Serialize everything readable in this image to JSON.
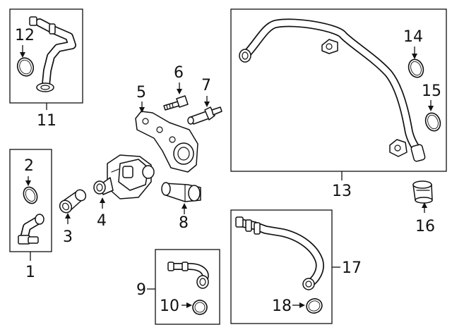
{
  "callouts": {
    "p1": "1",
    "p2": "2",
    "p3": "3",
    "p4": "4",
    "p5": "5",
    "p6": "6",
    "p7": "7",
    "p8": "8",
    "p9": "9",
    "p10": "10",
    "p11": "11",
    "p12": "12",
    "p13": "13",
    "p14": "14",
    "p15": "15",
    "p16": "16",
    "p17": "17",
    "p18": "18"
  }
}
